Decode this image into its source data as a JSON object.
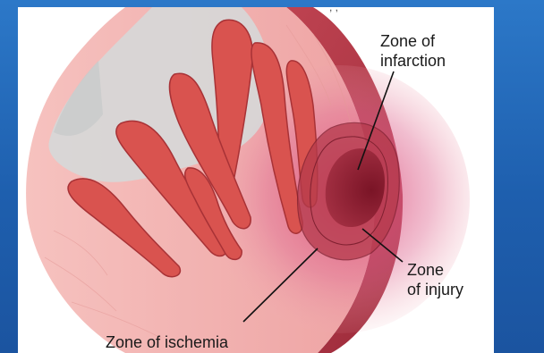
{
  "labels": {
    "infarction": [
      "Zone of",
      "infarction"
    ],
    "injury": [
      "Zone",
      "of injury"
    ],
    "ischemia": "Zone of ischemia",
    "top_partial": ", ,"
  },
  "colors": {
    "background": "#1f5fa8",
    "tissue": "#f4b8b4",
    "muscle": "#d9534f",
    "infarct": "#8e1f2c",
    "injury": "#b53a4c",
    "ischemia": "#e36d97"
  }
}
